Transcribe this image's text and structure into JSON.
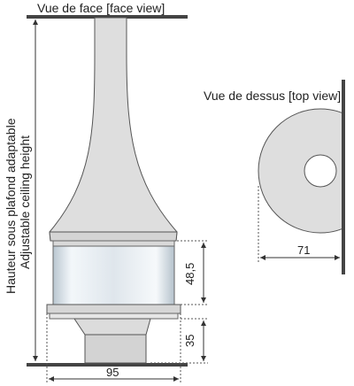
{
  "labels": {
    "front_view": "Vue de face [face view]",
    "top_view": "Vue de dessus [top view]",
    "height_fr": "Hauteur sous plafond adaptable",
    "height_en": "Adjustable ceiling height"
  },
  "dimensions": {
    "glass_height": "48,5",
    "base_height": "35",
    "width": "95",
    "top_diameter": "71"
  },
  "colors": {
    "body": "#dedede",
    "outline": "#555555",
    "glass": "#eef3f8",
    "ceiling": "#444444"
  }
}
